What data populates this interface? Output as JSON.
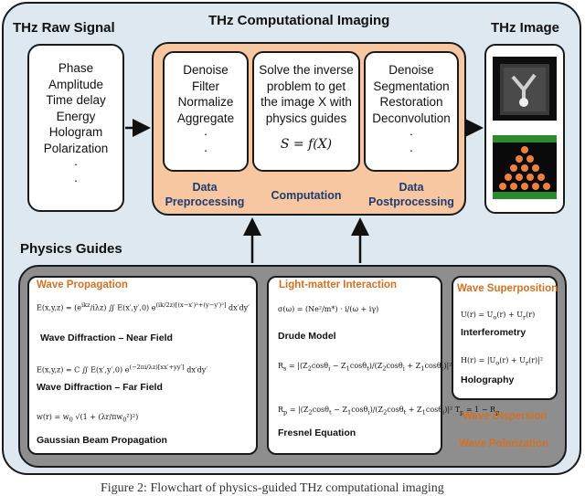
{
  "panels": {
    "raw_signal": {
      "title": "THz Raw Signal",
      "items": [
        "Phase",
        "Amplitude",
        "Time delay",
        "Energy",
        "Hologram",
        "Polarization",
        "·",
        "·"
      ]
    },
    "computational_imaging": {
      "title": "THz Computational Imaging",
      "preprocessing": {
        "items": [
          "Denoise",
          "Filter",
          "Normalize",
          "Aggregate",
          "·",
          "·"
        ],
        "label": [
          "Data",
          "Preprocessing"
        ]
      },
      "computation": {
        "lines": [
          "Solve the inverse",
          "problem to get",
          "the image X with",
          "physics guides"
        ],
        "formula": "S = f(X)",
        "label": "Computation"
      },
      "postprocessing": {
        "items": [
          "Denoise",
          "Segmentation",
          "Restoration",
          "Deconvolution",
          "·",
          "·"
        ],
        "label": [
          "Data",
          "Postprocessing"
        ]
      }
    },
    "image": {
      "title": "THz Image"
    }
  },
  "physics": {
    "title": "Physics Guides",
    "wave_propagation": {
      "heading": "Wave Propagation",
      "near_label": "Wave Diffraction – Near Field",
      "far_label": "Wave Diffraction – Far Field",
      "gauss_label": "Gaussian Beam Propagation"
    },
    "light_matter": {
      "heading": "Light-matter Interaction",
      "drude_label": "Drude Model",
      "fresnel_label": "Fresnel Equation"
    },
    "superposition": {
      "heading": "Wave Superposition",
      "interf_label": "Interferometry",
      "holo_label": "Holography"
    },
    "dispersion": "Wave Dispersion",
    "polarization": "Wave Polarization"
  },
  "caption": "Figure 2: Flowchart of physics-guided THz computational imaging",
  "colors": {
    "orange_box": "#f7c7a2",
    "background": "#dde8f0",
    "stage_label": "#1f3b6e",
    "physics_heading": "#d6701f",
    "physics_panel": "#8e8e8e"
  }
}
